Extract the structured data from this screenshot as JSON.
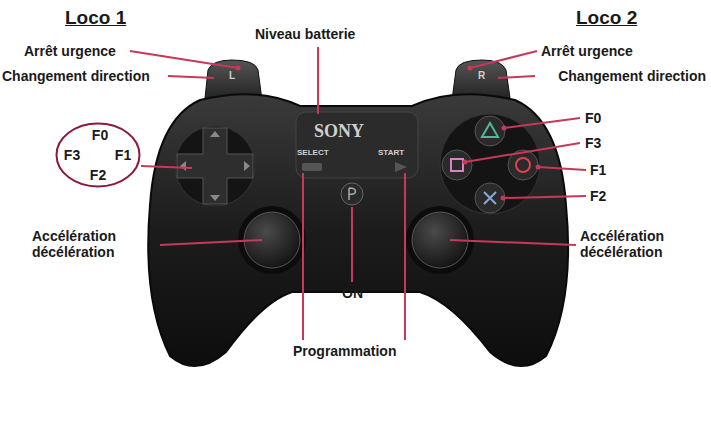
{
  "diagram": {
    "nodes": [
      {
        "text": [
          "F0",
          "F3",
          "F1",
          "F2"
        ]
      }
    ],
    "labels": [
      "Loco 1",
      "Arrêt urgence",
      "Changement direction",
      "Niveau batterie",
      "Loco 2",
      "Arrêt urgence",
      "Changement direction",
      "F0",
      "F3",
      "F1",
      "F2",
      "Accélération décélération",
      "Accélération décélération",
      "ON",
      "Programmation",
      "SONY",
      "SELECT",
      "START",
      "L",
      "R"
    ]
  }
}
